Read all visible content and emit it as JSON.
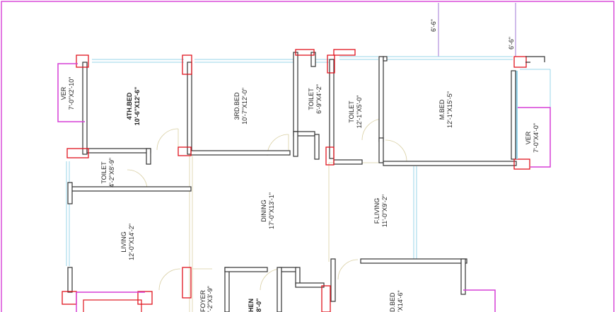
{
  "colors": {
    "wall": "#333333",
    "wall_fill": "#ffffff",
    "column": "#e0141e",
    "window": "#99d4ea",
    "door": "#d9cfa3",
    "boundary": "#d63fd6",
    "dim": "#8855cc"
  },
  "dimensions": {
    "top_gap": "6'-6\"",
    "right_gap": "6'-6\""
  },
  "rooms": {
    "ver_left": {
      "name": "VER",
      "size": "7'-0\"X2'-10\""
    },
    "bed4": {
      "name": "4TH.BED",
      "size": "10'-6\"X12'-6\""
    },
    "bed3": {
      "name": "3RD.BED",
      "size": "10'-7\"X12'-0\""
    },
    "toilet_mid": {
      "name": "TOILET",
      "size": "6'-9\"X4'-2\""
    },
    "toilet_right": {
      "name": "TOILET",
      "size": "12'-1\"X5'-0\""
    },
    "mbed": {
      "name": "M.BED",
      "size": "12'-1\"X15'-5\""
    },
    "ver_right": {
      "name": "VER",
      "size": "7'-0\"X4'-0\""
    },
    "toilet_left": {
      "name": "TOILET",
      "size": "4'-2\"X8'-9\""
    },
    "dining": {
      "name": "DINING",
      "size": "17'-0\"X13'-1\""
    },
    "fliving": {
      "name": "F.LIVING",
      "size": "11'-0\"X9'-2\""
    },
    "living": {
      "name": "LIVING",
      "size": "12'-0\"X14'-2\""
    },
    "foyer": {
      "name": "FOYER",
      "size": "'-2\"X3'-9\""
    },
    "kitchen": {
      "name": "HEN",
      "size": "8'-0\""
    },
    "bed_bottom": {
      "name": "D.BED",
      "size": "'X14'-6\""
    }
  }
}
